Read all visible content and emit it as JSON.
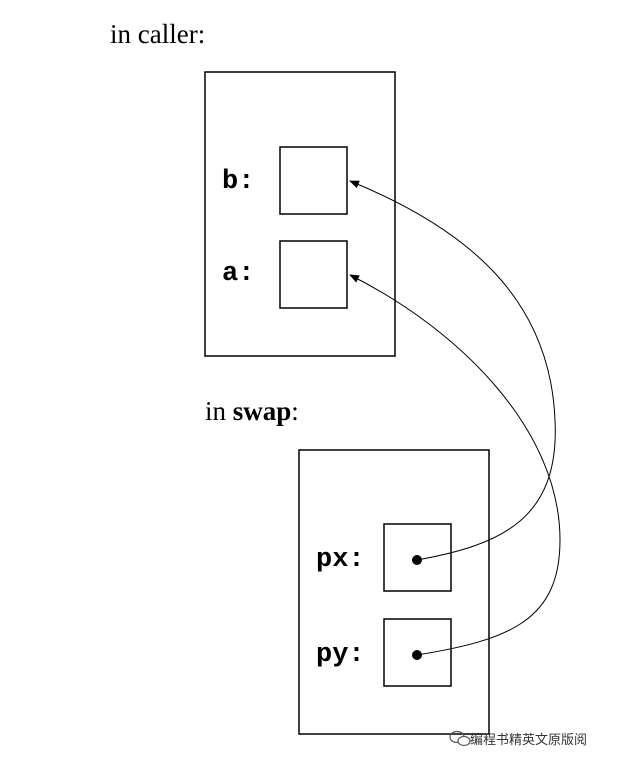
{
  "caller": {
    "heading_prefix": "in ",
    "heading_word": "caller",
    "heading_suffix": ":",
    "vars": [
      {
        "label": "b:"
      },
      {
        "label": "a:"
      }
    ]
  },
  "swap": {
    "heading_prefix": "in ",
    "heading_word": "swap",
    "heading_suffix": ":",
    "vars": [
      {
        "label": "px:"
      },
      {
        "label": "py:"
      }
    ]
  },
  "watermark": {
    "text": "编程书精英文原版阅",
    "icon": "wechat-bubble-icon"
  },
  "colors": {
    "ink": "#000000",
    "background": "#ffffff"
  }
}
